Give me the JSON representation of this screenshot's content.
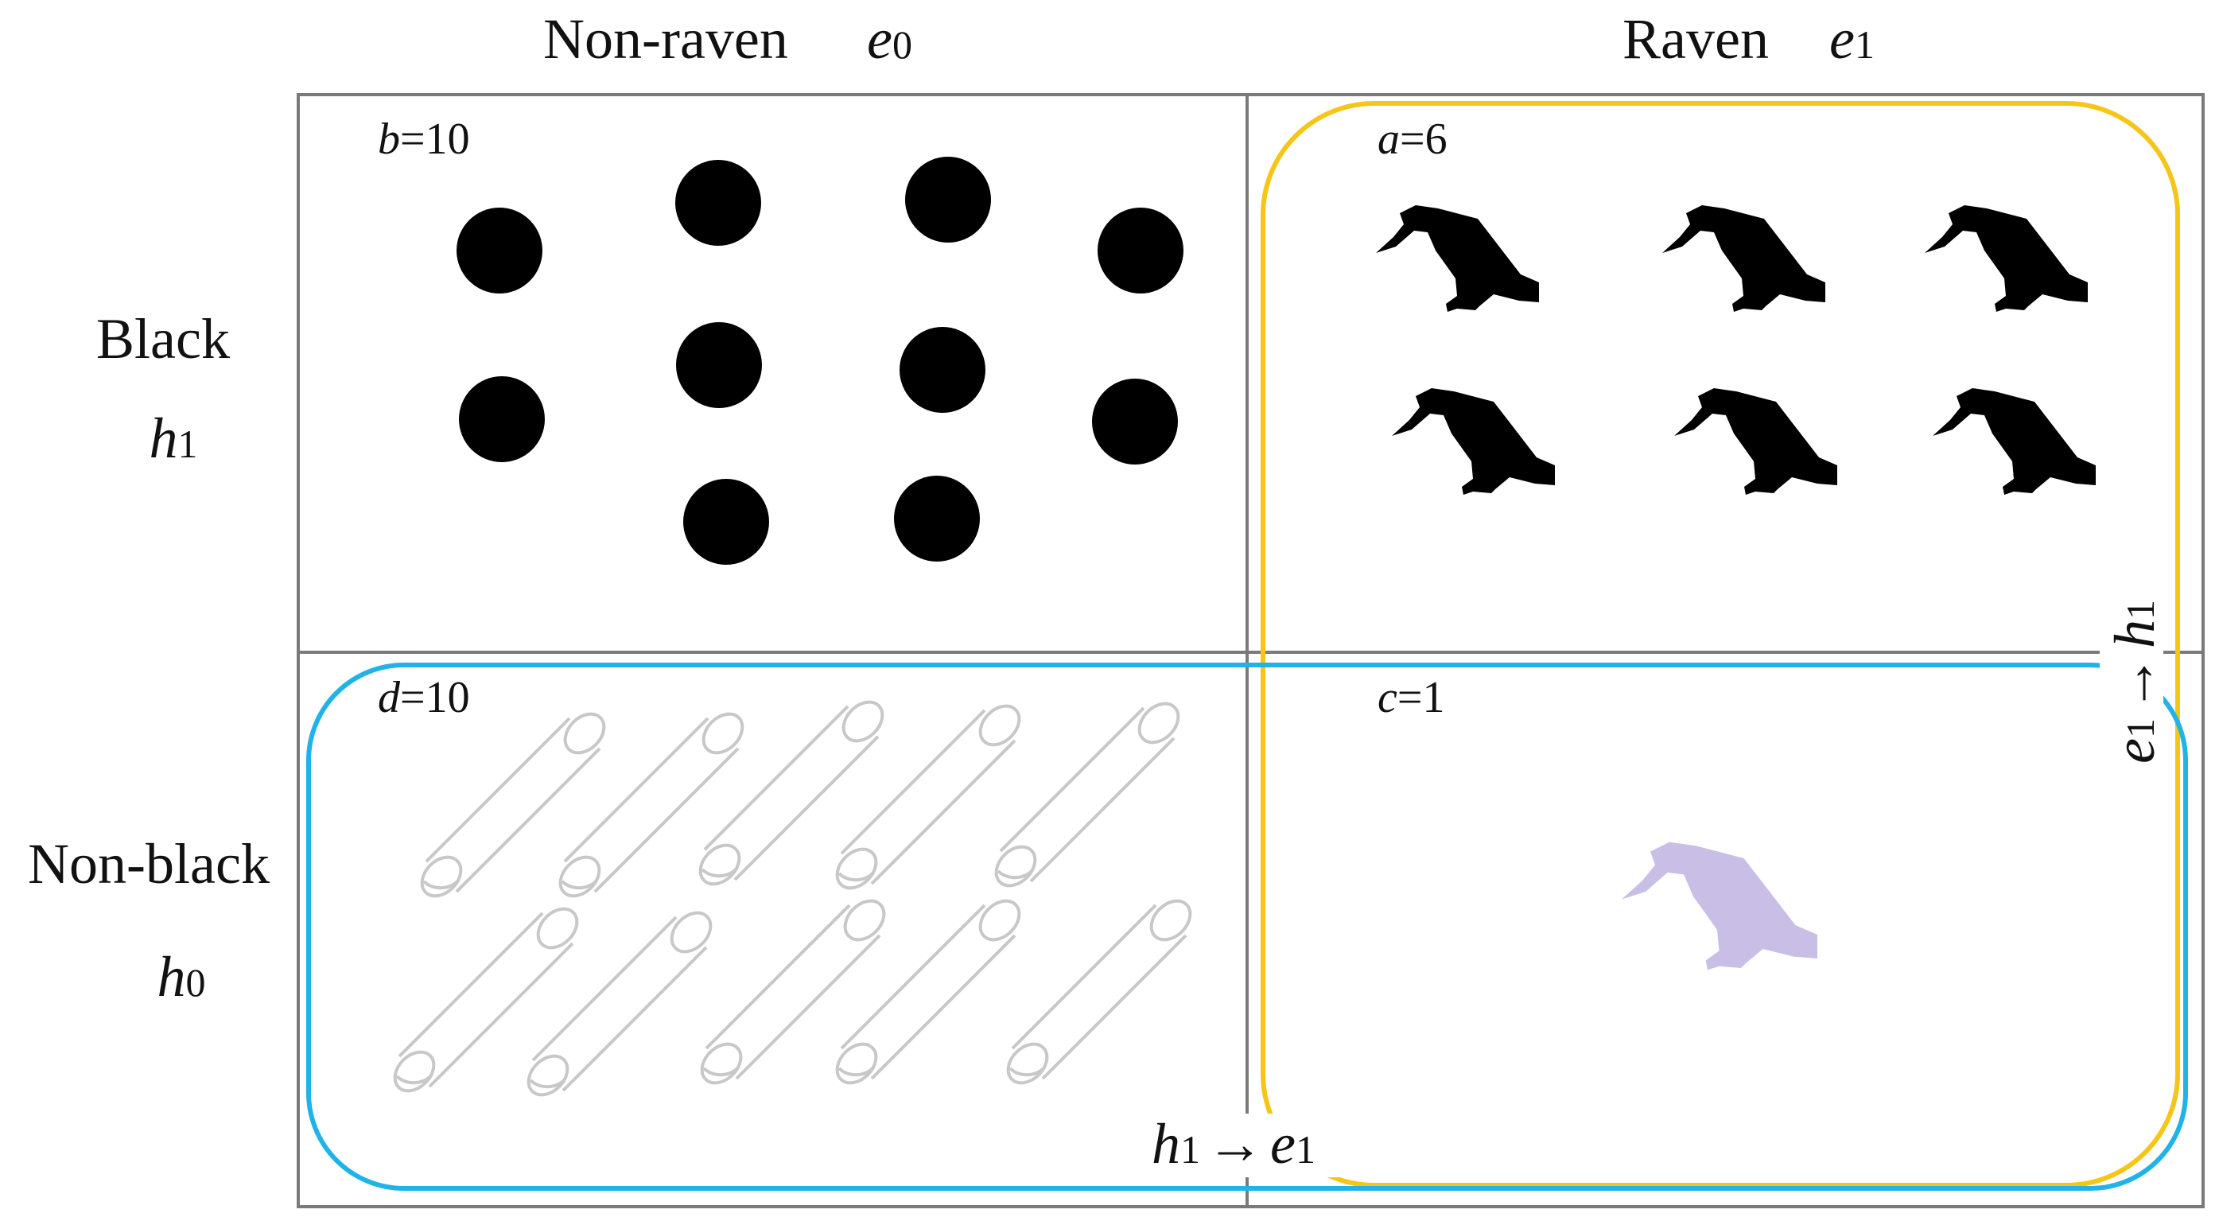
{
  "columns": {
    "non_raven": {
      "label": "Non-raven",
      "symbol": "e",
      "sub": "0"
    },
    "raven": {
      "label": "Raven",
      "symbol": "e",
      "sub": "1"
    }
  },
  "rows": {
    "black": {
      "label": "Black",
      "symbol": "h",
      "sub": "1"
    },
    "non_black": {
      "label": "Non-black",
      "symbol": "h",
      "sub": "0"
    }
  },
  "cells": {
    "b": {
      "var": "b",
      "eq": "=10",
      "count": 10
    },
    "a": {
      "var": "a",
      "eq": "=6",
      "count": 6
    },
    "d": {
      "var": "d",
      "eq": "=10",
      "count": 10
    },
    "c": {
      "var": "c",
      "eq": "=1",
      "count": 1
    }
  },
  "arrows": {
    "h1_to_e1": {
      "from": "h",
      "from_sub": "1",
      "arrow": "→",
      "to": "e",
      "to_sub": "1"
    },
    "e1_to_h1": {
      "from": "e",
      "from_sub": "1",
      "arrow": "→",
      "to": "h",
      "to_sub": "1"
    }
  },
  "colors": {
    "grid": "#7a7a7a",
    "black_item": "#000000",
    "pipe_outline": "#c8c8c8",
    "lavender_raven": "#c9bfe6",
    "yellow_region": "#f5c518",
    "blue_region": "#1fb3e8"
  },
  "icons": {
    "black_items": "black-circle-icon",
    "ravens": "raven-silhouette-icon",
    "pipes": "pipe-cylinder-icon"
  }
}
